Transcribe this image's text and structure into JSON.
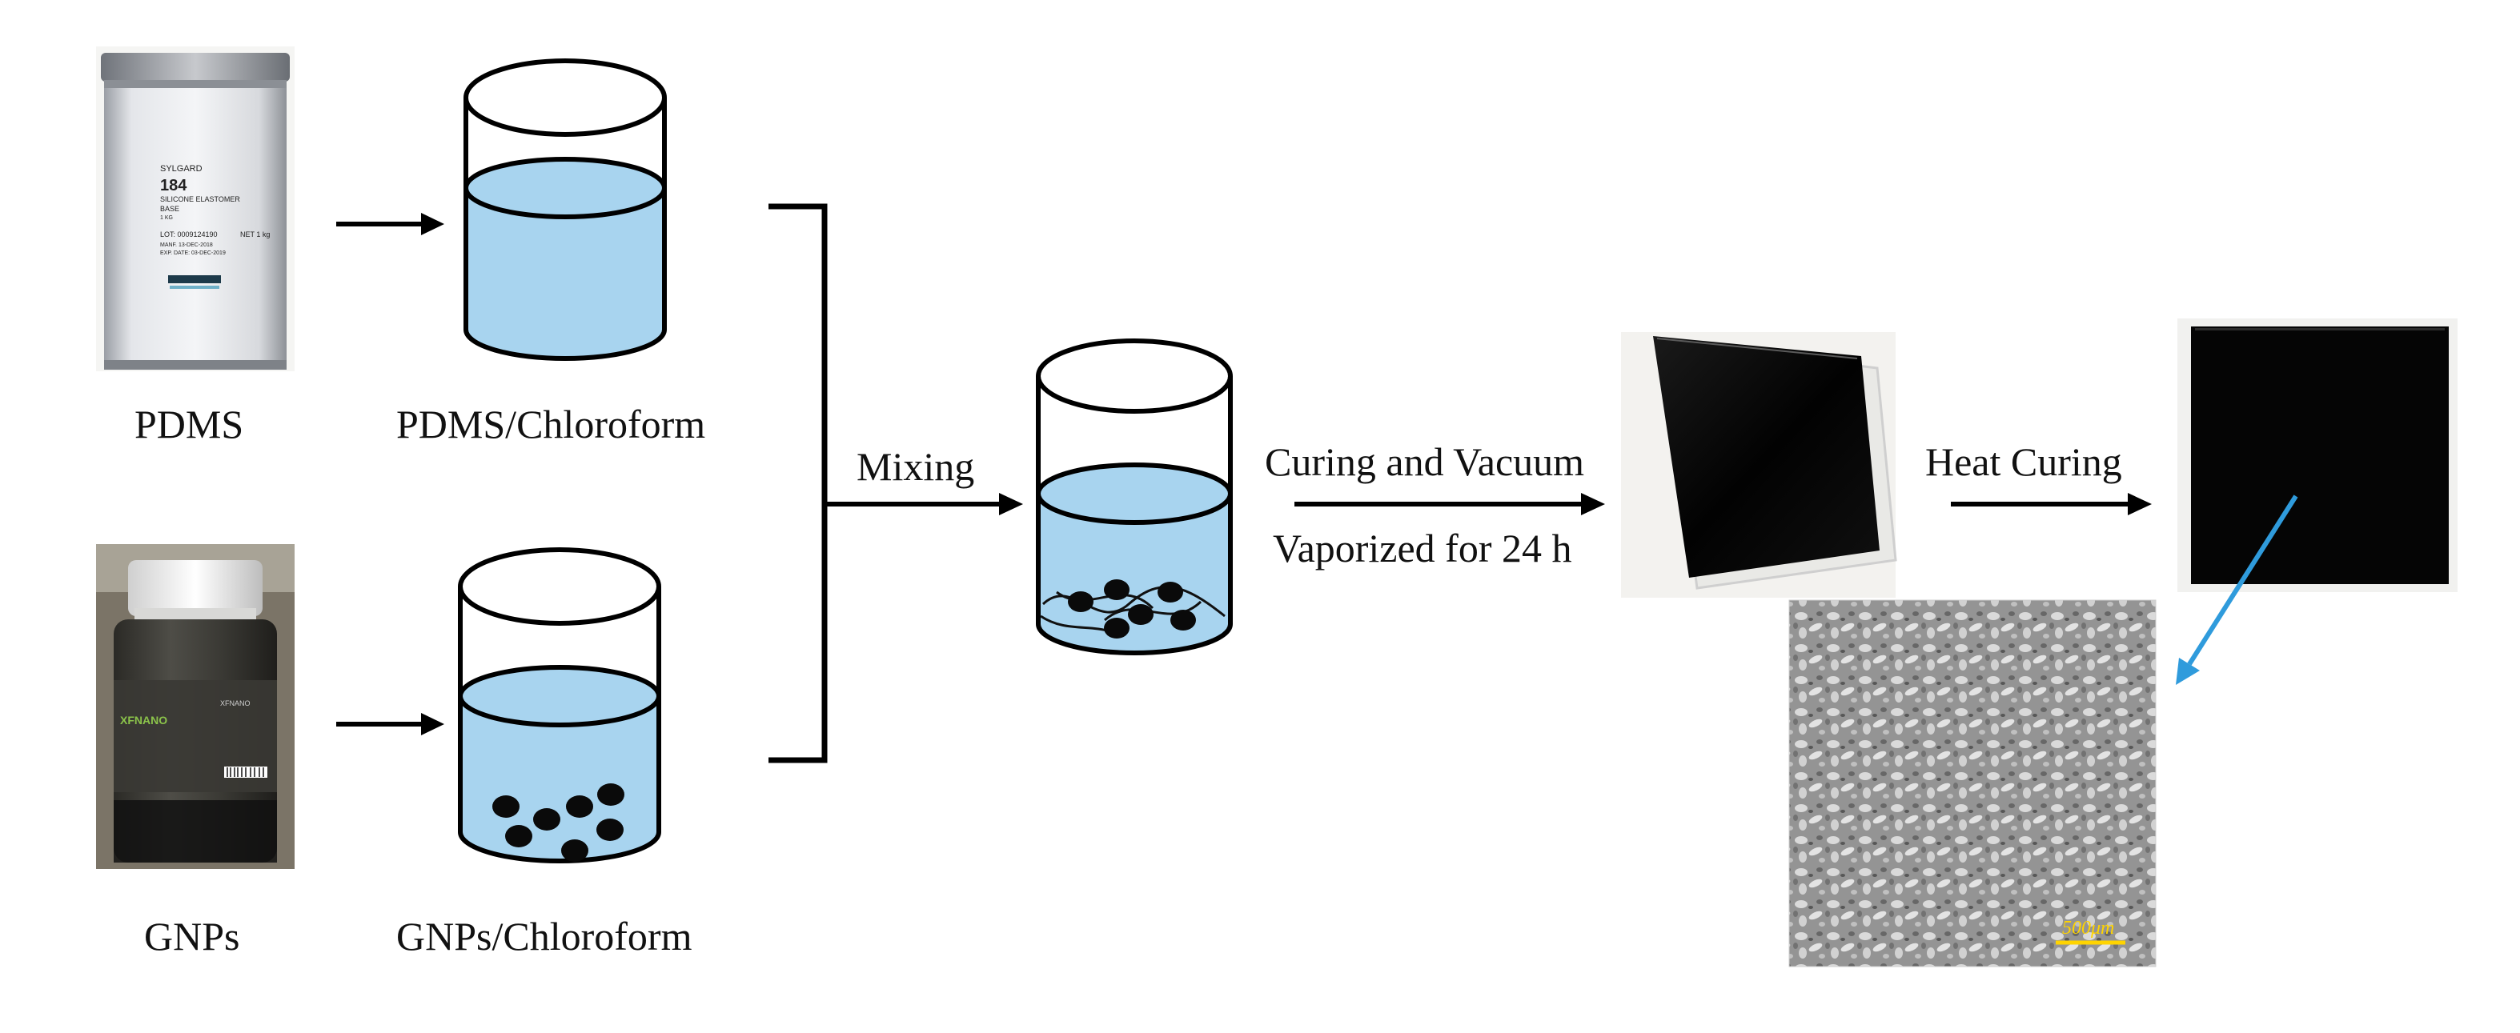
{
  "labels": {
    "pdms": "PDMS",
    "pdms_chloroform": "PDMS/Chloroform",
    "gnps": "GNPs",
    "gnps_chloroform": "GNPs/Chloroform",
    "mixing": "Mixing",
    "curing_line1": "Curing and Vacuum",
    "curing_line2": "Vaporized for 24 h",
    "heat_curing": "Heat Curing"
  },
  "pdms_can": {
    "brand": "SYLGARD",
    "number": "184",
    "line1": "SILICONE ELASTOMER",
    "line2": "BASE",
    "line3": "1 KG",
    "lot": "LOT: 0009124190",
    "net": "NET 1 kg",
    "manuf": "MANF. 13-DEC-2018",
    "exp": "EXP. DATE: 03-DEC-2019"
  },
  "gnp_jar": {
    "brand": "XFNANO",
    "product": "XFNANO"
  },
  "sem": {
    "scale_label": "500μm"
  },
  "colors": {
    "liquid": "#a8d4ef",
    "particle": "#0a0a0a",
    "arrow": "#000000",
    "blue_arrow": "#2f9bdc",
    "sample": "#050505",
    "scale_bar": "#ffd400"
  },
  "icons": [
    "arrow-right-icon",
    "bracket-icon",
    "beaker-icon",
    "blue-arrow-icon"
  ]
}
